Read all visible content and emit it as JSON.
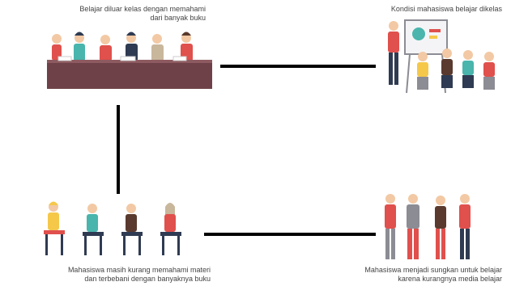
{
  "nodes": {
    "top_left": {
      "lines": [
        "Belajar diluar kelas dengan memahami",
        "dari banyak buku"
      ]
    },
    "top_right": {
      "lines": [
        "Kondisi mahasiswa belajar dikelas"
      ]
    },
    "bottom_left": {
      "lines": [
        "Mahasiswa masih kurang memahami materi",
        "dan terbebani dengan banyaknya buku"
      ]
    },
    "bottom_right": {
      "lines": [
        "Mahasiswa menjadi sungkan untuk belajar",
        "karena kurangnya media belajar"
      ]
    }
  },
  "colors": {
    "connector": "#000000",
    "table": "#6e4148",
    "skin": "#f2c9a4",
    "red": "#e0504c",
    "teal": "#49b5ac",
    "navy": "#2f3b52",
    "yellow": "#f5c84a",
    "grey": "#8c8c94"
  }
}
